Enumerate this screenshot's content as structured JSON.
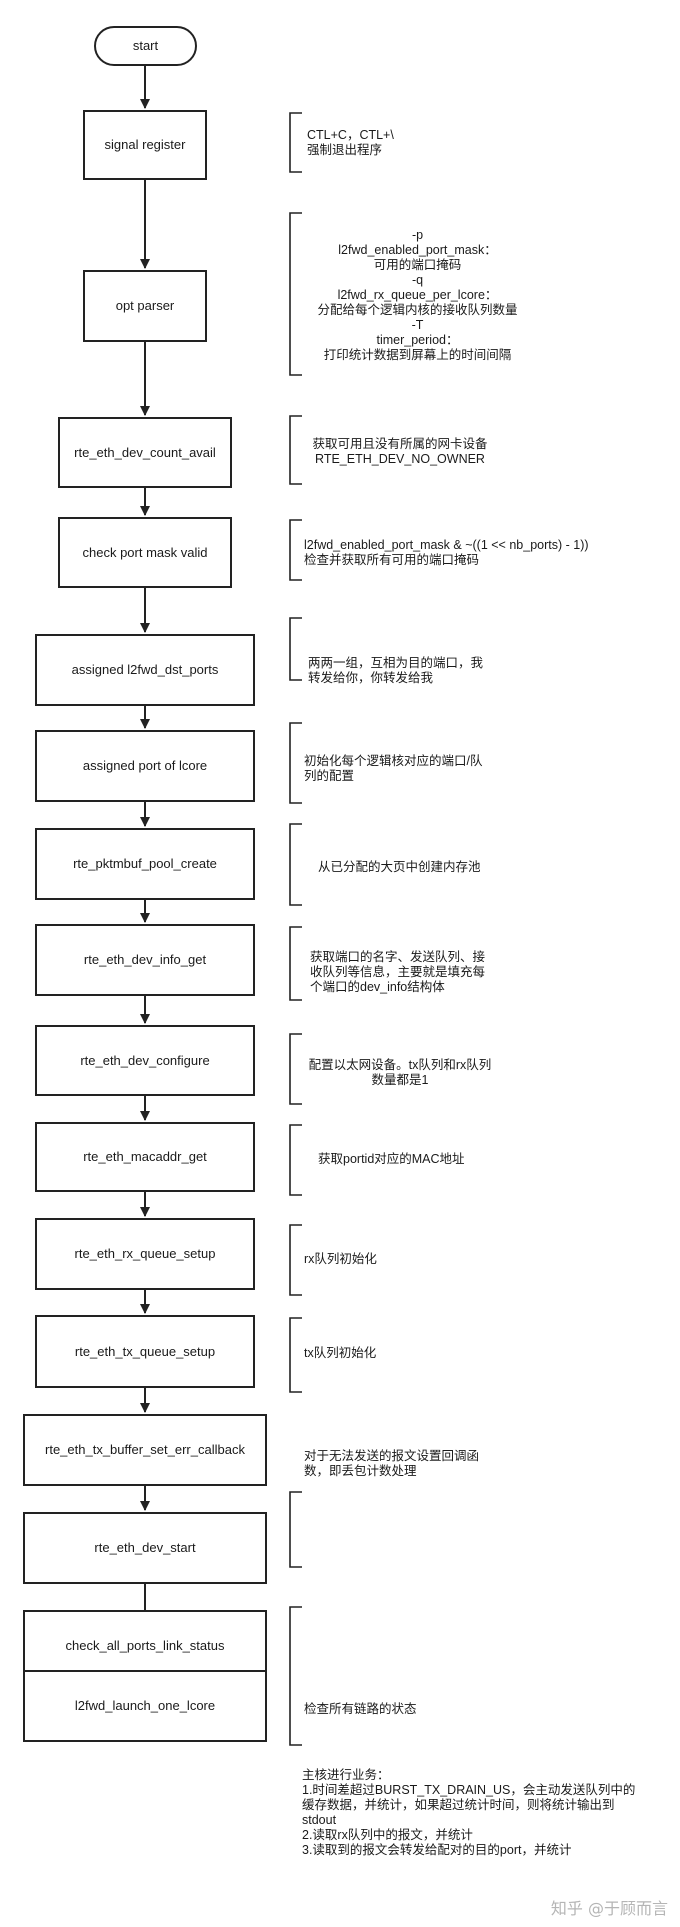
{
  "steps": [
    "start",
    "signal register",
    "opt parser",
    "rte_eth_dev_count_avail",
    "check port mask valid",
    "assigned l2fwd_dst_ports",
    "assigned port of lcore",
    "rte_pktmbuf_pool_create",
    "rte_eth_dev_info_get",
    "rte_eth_dev_configure",
    "rte_eth_macaddr_get",
    "rte_eth_rx_queue_setup",
    "rte_eth_tx_queue_setup",
    "rte_eth_tx_buffer_set_err_callback",
    "rte_eth_dev_start",
    "check_all_ports_link_status",
    "l2fwd_launch_one_lcore"
  ],
  "notes": {
    "signal_register": "CTL+C，CTL+\\\n强制退出程序",
    "opt_parser": "-p\nl2fwd_enabled_port_mask：\n可用的端口掩码\n-q\nl2fwd_rx_queue_per_lcore：\n分配给每个逻辑内核的接收队列数量\n-T\ntimer_period：\n打印统计数据到屏幕上的时间间隔",
    "dev_count_avail": "获取可用且没有所属的网卡设备\nRTE_ETH_DEV_NO_OWNER",
    "check_port_mask": "l2fwd_enabled_port_mask & ~((1 << nb_ports) - 1))\n检查并获取所有可用的端口掩码",
    "dst_ports": "两两一组，互相为目的端口，我\n转发给你，你转发给我",
    "port_of_lcore": "初始化每个逻辑核对应的端口/队\n列的配置",
    "pool_create": "从已分配的大页中创建内存池",
    "dev_info_get": "获取端口的名字、发送队列、接\n收队列等信息，主要就是填充每\n个端口的dev_info结构体",
    "dev_configure": "配置以太网设备。tx队列和rx队列\n数量都是1",
    "macaddr_get": "获取portid对应的MAC地址",
    "rx_queue_setup": "rx队列初始化",
    "tx_queue_setup": "tx队列初始化",
    "err_callback": "对于无法发送的报文设置回调函\n数，即丢包计数处理",
    "link_status": "检查所有链路的状态",
    "launch_one_lcore": "主核进行业务：\n1.时间差超过BURST_TX_DRAIN_US，会主动发送队列中的\n缓存数据，并统计，如果超过统计时间，则将统计输出到\nstdout\n2.读取rx队列中的报文，并统计\n3.读取到的报文会转发给配对的目的port，并统计"
  },
  "watermark": "知乎 @于顾而言"
}
